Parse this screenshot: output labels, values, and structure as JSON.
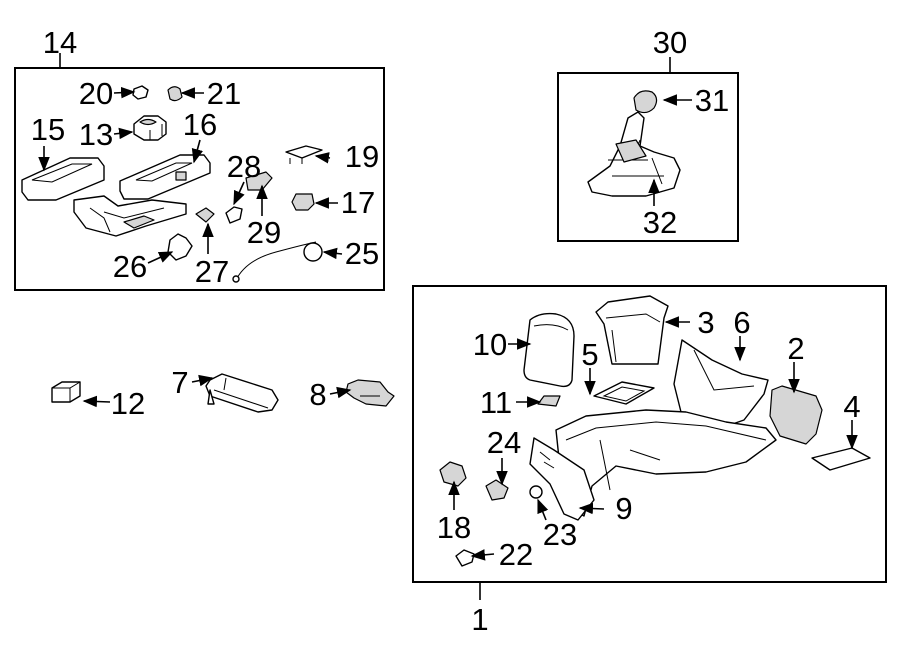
{
  "diagram": {
    "callouts": {
      "c1": "1",
      "c2": "2",
      "c3": "3",
      "c4": "4",
      "c5": "5",
      "c6": "6",
      "c7": "7",
      "c8": "8",
      "c9": "9",
      "c10": "10",
      "c11": "11",
      "c12": "12",
      "c13": "13",
      "c14": "14",
      "c15": "15",
      "c16": "16",
      "c17": "17",
      "c18": "18",
      "c19": "19",
      "c20": "20",
      "c21": "21",
      "c22": "22",
      "c23": "23",
      "c24": "24",
      "c25": "25",
      "c26": "26",
      "c27": "27",
      "c28": "28",
      "c29": "29",
      "c30": "30",
      "c31": "31",
      "c32": "32"
    }
  },
  "colors": {
    "line": "#000000",
    "background": "#ffffff",
    "part_shade": "#d6d6d6"
  }
}
